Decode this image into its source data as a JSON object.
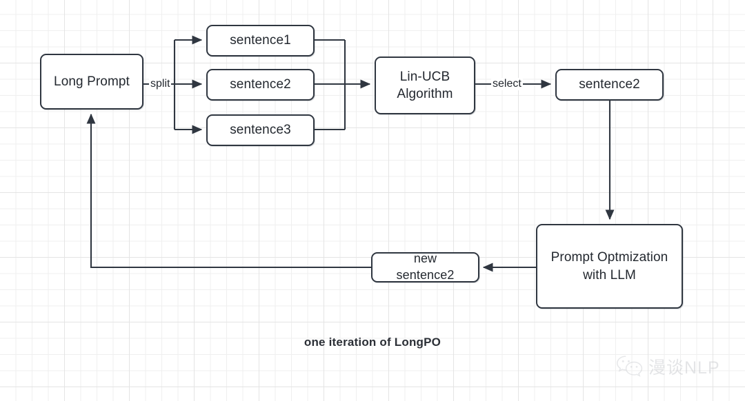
{
  "diagram": {
    "caption": "one iteration of LongPO",
    "nodes": [
      {
        "id": "long-prompt",
        "label": "Long Prompt"
      },
      {
        "id": "sentence1",
        "label": "sentence1"
      },
      {
        "id": "sentence2",
        "label": "sentence2"
      },
      {
        "id": "sentence3",
        "label": "sentence3"
      },
      {
        "id": "lin-ucb",
        "label": "Lin-UCB\nAlgorithm"
      },
      {
        "id": "selected-sentence2",
        "label": "sentence2"
      },
      {
        "id": "prompt-optimization",
        "label": "Prompt Optmization\nwith LLM"
      },
      {
        "id": "new-sentence2",
        "label": "new\nsentence2"
      }
    ],
    "edge_labels": [
      {
        "id": "split",
        "label": "split"
      },
      {
        "id": "select",
        "label": "select"
      }
    ],
    "colors": {
      "node_border": "#2f3640",
      "node_fill": "#ffffff",
      "edge_stroke": "#2f3640",
      "text": "#23282f",
      "grid_minor": "#efefef",
      "grid_major": "#e4e4e4",
      "canvas": "#ffffff",
      "watermark": "#b9bcc1"
    }
  },
  "watermark": {
    "icon": "wechat-icon",
    "text": "漫谈NLP"
  }
}
